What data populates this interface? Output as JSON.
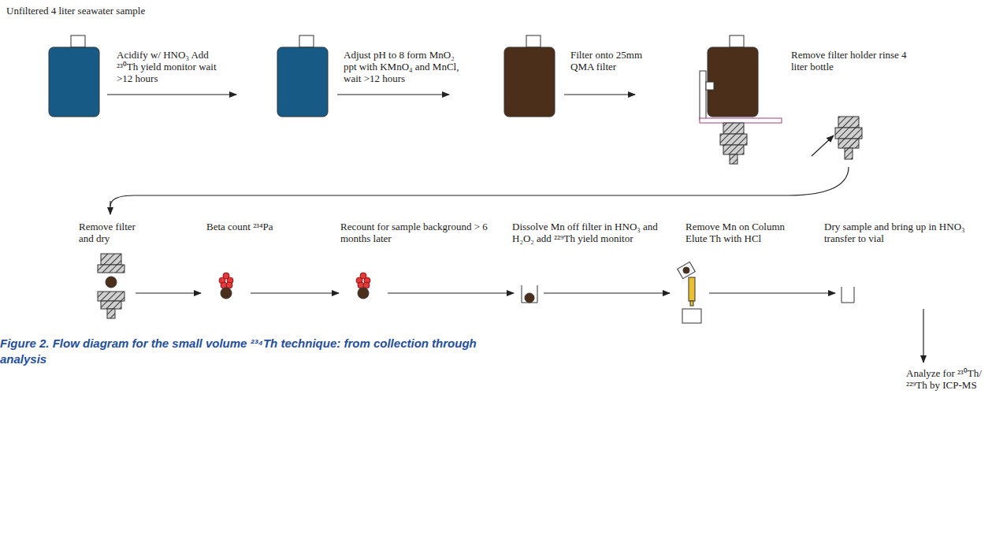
{
  "diagram": {
    "title": "Unfiltered 4 liter seawater sample",
    "caption": "Figure 2. Flow diagram for the small volume ²³⁴Th technique: from collection through analysis",
    "labels": [
      "Acidify w/ HNO₃ Add ²³⁰Th yield monitor wait >12 hours",
      "Adjust pH to 8 form MnO₂ ppt with KMnO₄ and MnCl, wait >12 hours",
      "Filter onto 25mm QMA filter",
      "Remove filter holder rinse 4 liter bottle",
      "Remove filter and dry",
      "Beta count ²³⁴Pa",
      "Recount for sample background > 6 months later",
      "Dissolve Mn off filter in HNO₃ and H₂O₂ add ²²⁹Th yield monitor",
      "Remove Mn on Column Elute Th with HCl",
      "Dry sample and bring up in HNO₃ transfer to vial",
      "Analyze for ²³⁰Th/²²⁹Th by ICP-MS"
    ]
  }
}
